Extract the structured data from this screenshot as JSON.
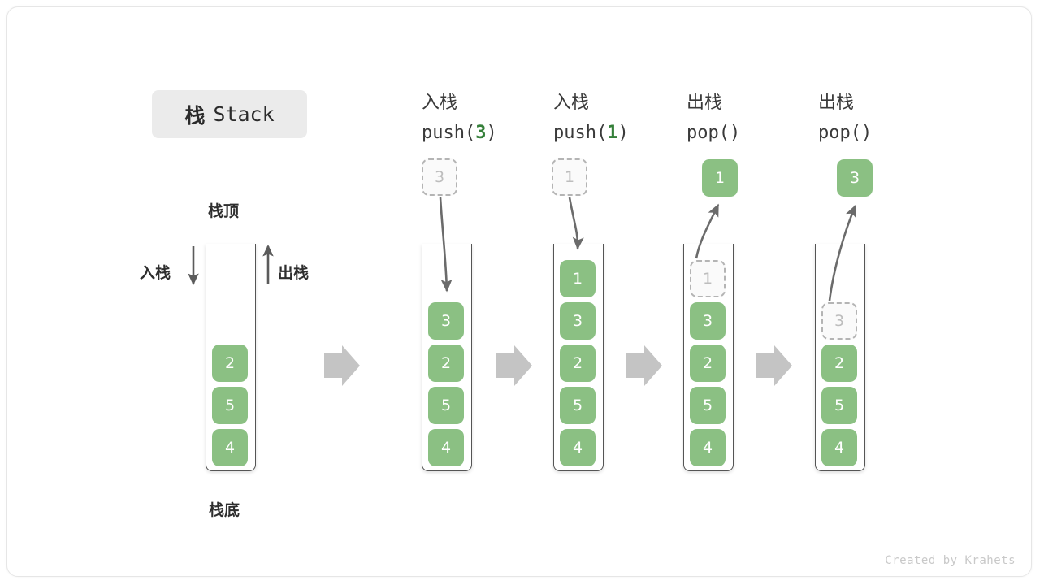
{
  "title": {
    "cjk": "栈",
    "latin": "Stack"
  },
  "labels": {
    "top": "栈顶",
    "bottom": "栈底",
    "push_side": "入栈",
    "pop_side": "出栈"
  },
  "footer": "Created by Krahets",
  "colors": {
    "element_green": "#8bc083",
    "code_number_green": "#35803a",
    "ghost_gray": "#bdbdbd",
    "tube_stroke": "#555555",
    "arrow_gray": "#6b6b6b",
    "block_arrow_gray": "#c4c4c4",
    "chip_background": "#ebebeb"
  },
  "columns": [
    {
      "id": "initial",
      "head_cjk": "",
      "head_code": "",
      "head_code_prefix": "",
      "head_code_num": "",
      "head_code_suffix": "",
      "stack": [
        "2",
        "5",
        "4"
      ],
      "ghost": null,
      "result": null
    },
    {
      "id": "push-3",
      "head_cjk": "入栈",
      "head_code_prefix": "push(",
      "head_code_num": "3",
      "head_code_suffix": ")",
      "stack": [
        "3",
        "2",
        "5",
        "4"
      ],
      "ghost": {
        "value": "3",
        "position": "above"
      },
      "result": null
    },
    {
      "id": "push-1",
      "head_cjk": "入栈",
      "head_code_prefix": "push(",
      "head_code_num": "1",
      "head_code_suffix": ")",
      "stack": [
        "1",
        "3",
        "2",
        "5",
        "4"
      ],
      "ghost": {
        "value": "1",
        "position": "above"
      },
      "result": null
    },
    {
      "id": "pop-1",
      "head_cjk": "出栈",
      "head_code_prefix": "pop(",
      "head_code_num": "",
      "head_code_suffix": ")",
      "stack": [
        "3",
        "2",
        "5",
        "4"
      ],
      "ghost": {
        "value": "1",
        "position": "in-stack-top"
      },
      "result": {
        "value": "1"
      }
    },
    {
      "id": "pop-3",
      "head_cjk": "出栈",
      "head_code_prefix": "pop(",
      "head_code_num": "",
      "head_code_suffix": ")",
      "stack": [
        "2",
        "5",
        "4"
      ],
      "ghost": {
        "value": "3",
        "position": "in-stack-top"
      },
      "result": {
        "value": "3"
      }
    }
  ],
  "chart_data": {
    "type": "diagram",
    "title": "栈 Stack",
    "description": "Stack push/pop operation sequence",
    "steps": [
      {
        "operation": "initial",
        "stack_top_to_bottom": [
          "2",
          "5",
          "4"
        ]
      },
      {
        "operation": "push(3)",
        "stack_top_to_bottom": [
          "3",
          "2",
          "5",
          "4"
        ]
      },
      {
        "operation": "push(1)",
        "stack_top_to_bottom": [
          "1",
          "3",
          "2",
          "5",
          "4"
        ]
      },
      {
        "operation": "pop()",
        "returned": "1",
        "stack_top_to_bottom": [
          "3",
          "2",
          "5",
          "4"
        ]
      },
      {
        "operation": "pop()",
        "returned": "3",
        "stack_top_to_bottom": [
          "2",
          "5",
          "4"
        ]
      }
    ]
  }
}
